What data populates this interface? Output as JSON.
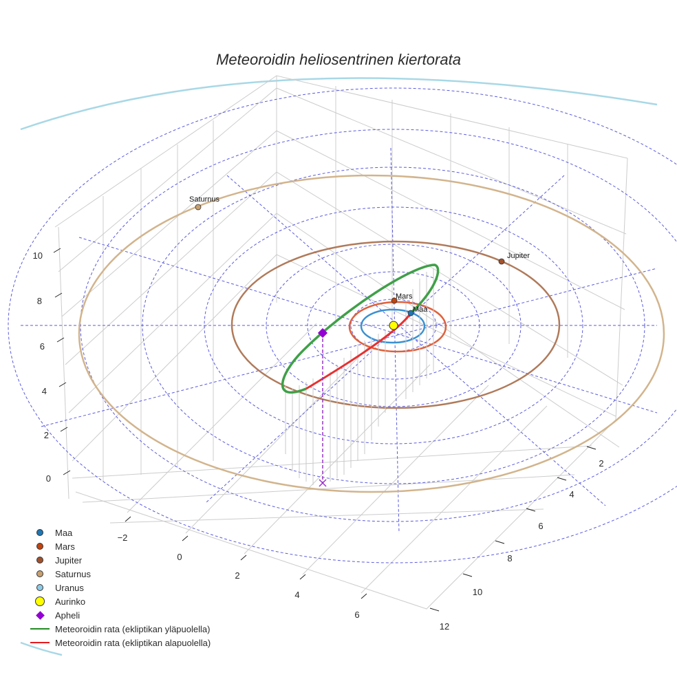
{
  "title": "Meteoroidin heliosentrinen kiertorata",
  "legend": [
    {
      "label": "Maa",
      "symbol": "circle",
      "color": "#1f77b4"
    },
    {
      "label": "Mars",
      "symbol": "circle",
      "color": "#c1440e"
    },
    {
      "label": "Jupiter",
      "symbol": "circle",
      "color": "#a0522d"
    },
    {
      "label": "Saturnus",
      "symbol": "circle",
      "color": "#c8a070"
    },
    {
      "label": "Uranus",
      "symbol": "circle",
      "color": "#8ecae6"
    },
    {
      "label": "Aurinko",
      "symbol": "circle-large",
      "color": "#ffff00"
    },
    {
      "label": "Apheli",
      "symbol": "diamond",
      "color": "#9400d3"
    },
    {
      "label": "Meteoroidin rata (ekliptikan yläpuolella)",
      "symbol": "line",
      "color": "#228b22"
    },
    {
      "label": "Meteoroidin rata (ekliptikan alapuolella)",
      "symbol": "line",
      "color": "#e31a1c"
    }
  ],
  "point_labels": {
    "saturnus": "Saturnus",
    "jupiter": "Jupiter",
    "mars": "Mars",
    "maa": "Maa"
  },
  "axes": {
    "z_ticks": [
      "0",
      "2",
      "4",
      "6",
      "8",
      "10"
    ],
    "x_ticks": [
      "−2",
      "0",
      "2",
      "4",
      "6"
    ],
    "y_ticks": [
      "2",
      "4",
      "6",
      "8",
      "10",
      "12"
    ]
  },
  "chart_data": {
    "type": "scatter3d",
    "title": "Meteoroidin heliosentrinen kiertorata",
    "xlabel": "",
    "ylabel": "",
    "zlabel": "",
    "grid": true,
    "legend_position": "bottom-left",
    "axis_ticks": {
      "x": [
        -2,
        0,
        2,
        4,
        6
      ],
      "y": [
        2,
        4,
        6,
        8,
        10,
        12
      ],
      "z": [
        0,
        2,
        4,
        6,
        8,
        10
      ]
    },
    "series": [
      {
        "name": "Aurinko",
        "type": "marker",
        "color": "#ffff00",
        "position_au": [
          0,
          0,
          0
        ]
      },
      {
        "name": "Maa",
        "type": "orbit+marker",
        "orbit_radius_au": 1.0,
        "color": "#1f77b4"
      },
      {
        "name": "Mars",
        "type": "orbit+marker",
        "orbit_radius_au": 1.52,
        "color": "#c1440e"
      },
      {
        "name": "Jupiter",
        "type": "orbit+marker",
        "orbit_radius_au": 5.2,
        "color": "#a0522d"
      },
      {
        "name": "Saturnus",
        "type": "orbit+marker",
        "orbit_radius_au": 9.5,
        "color": "#c8a070"
      },
      {
        "name": "Uranus",
        "type": "orbit",
        "orbit_radius_au": 19.2,
        "color": "#8ecae6"
      },
      {
        "name": "Meteoroidin rata (ekliptikan yläpuolella)",
        "type": "line",
        "color": "#228b22"
      },
      {
        "name": "Meteoroidin rata (ekliptikan alapuolella)",
        "type": "line",
        "color": "#e31a1c"
      },
      {
        "name": "Apheli",
        "type": "marker",
        "color": "#9400d3",
        "note": "dashed drop-line to ecliptic plane marked with ×"
      }
    ],
    "reference_grid": {
      "style": "dashed",
      "color": "#5555dd",
      "circles_au": [
        2,
        4,
        6,
        8,
        10,
        12
      ],
      "radial_lines": 8
    }
  }
}
